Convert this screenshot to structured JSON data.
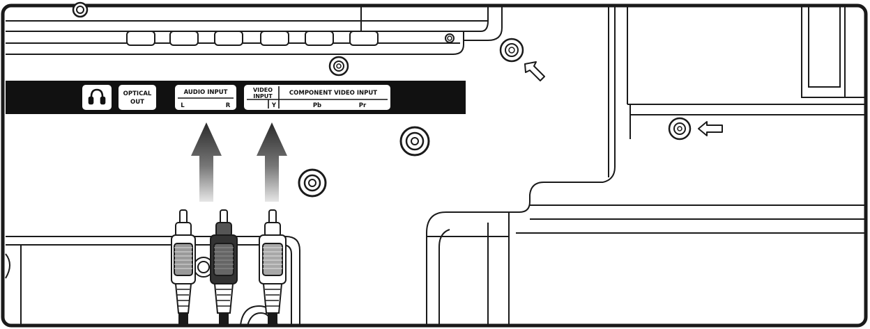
{
  "panel": {
    "headphone_icon": "headphone-icon",
    "optical_line1": "OPTICAL",
    "optical_line2": "OUT",
    "audio_title": "AUDIO INPUT",
    "audio_left": "L",
    "audio_right": "R",
    "video_line1": "VIDEO",
    "video_line2": "INPUT",
    "component_title": "COMPONENT VIDEO INPUT",
    "component_y": "Y",
    "component_pb": "Pb",
    "component_pr": "Pr"
  },
  "colors": {
    "line": "#1a1a1a",
    "panel": "#111111",
    "arrow": "#3a3a3a",
    "plug_mid": "#7a7a7a",
    "plug_dark": "#333333"
  },
  "icons": [
    "arrow-up-icon",
    "hollow-arrow-icon",
    "screw-icon"
  ]
}
